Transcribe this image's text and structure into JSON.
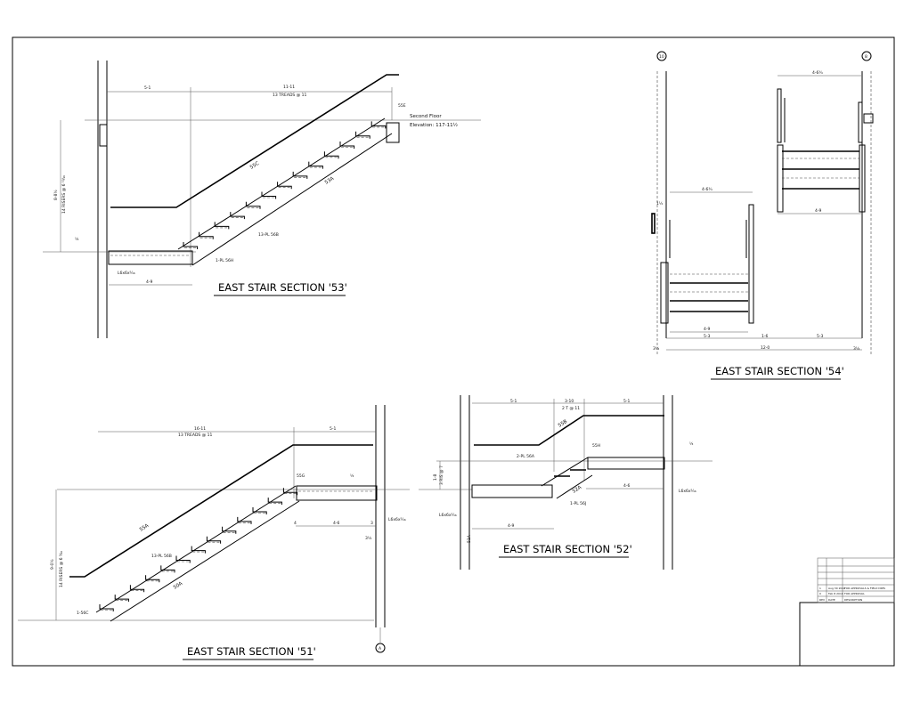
{
  "sections": {
    "s53": {
      "title": "EAST STAIR SECTION '53'",
      "dim_left": "5-1",
      "dim_run": "11-11",
      "treads": "13 TREADS @ 11",
      "floor_label": "Second Floor",
      "elevation": "Elevation: 117-11½",
      "rise": "8-8½",
      "risers": "14 RISERS @ 6 ¹³⁄₁₆",
      "rail_mark": "55C",
      "stringer_mark": "53A",
      "tread_mark": "13-PL 56B",
      "plate_mark": "1-PL 56H",
      "angle": "L6x6x⁵⁄₁₆",
      "landing_width": "4-9",
      "conn_mark": "55E",
      "weld": "¼"
    },
    "s54": {
      "title": "EAST STAIR SECTION '54'",
      "grid_left": "10",
      "grid_right": "8",
      "rail_width_low": "4-6¾",
      "rail_width_high": "4-6¾",
      "flight_low": "4-9",
      "flight_high": "4-9",
      "dim_a": "5-3",
      "dim_gap": "1-6",
      "dim_b": "5-3",
      "overall": "12-0",
      "offset_l": "3¼",
      "offset_r": "3¼",
      "edge": "1½"
    },
    "s51": {
      "title": "EAST STAIR SECTION '51'",
      "dim_run": "16-11",
      "treads": "13 TREADS @ 11",
      "dim_right": "5-1",
      "rise": "9-0½",
      "risers": "14 RISERS @ 6 ⁵⁄₁₆",
      "rail_mark": "55A",
      "stringer_mark": "50A",
      "tread_mark": "13-PL 56B",
      "base_mark": "1-56C",
      "conn_mark": "55G",
      "angle": "L6x6x⁵⁄₁₆",
      "landing_width": "4-6",
      "edge_l": "4",
      "edge_r": "3",
      "offset": "3¼",
      "grid": "A",
      "weld": "¼"
    },
    "s52": {
      "title": "EAST STAIR SECTION '52'",
      "dim_left": "5-1",
      "dim_mid": "3-10",
      "treads": "2 T @ 11",
      "dim_right": "5-1",
      "rise": "1-8",
      "risers": "3 RIS @ 7",
      "rail_mark": "55B",
      "stringer_mark": "52A",
      "plate_a": "2-PL 56A",
      "plate_b": "1-PL 56J",
      "conn_mark": "55H",
      "angle": "L6x6x⁵⁄₁₆",
      "landing_low": "4-9",
      "landing_high": "4-6",
      "wall_mark": "51A",
      "weld": "¼"
    }
  },
  "title_block": {
    "rows": [
      {
        "rev": "1",
        "date": "Aug 30 2010",
        "desc": "FOR APPROVALS & FIELD DIMS"
      },
      {
        "rev": "0",
        "date": "Feb 8 2010",
        "desc": "FOR APPROVAL"
      }
    ],
    "header": {
      "rev": "REV",
      "date": "DATE",
      "desc": "DESCRIPTION"
    }
  }
}
